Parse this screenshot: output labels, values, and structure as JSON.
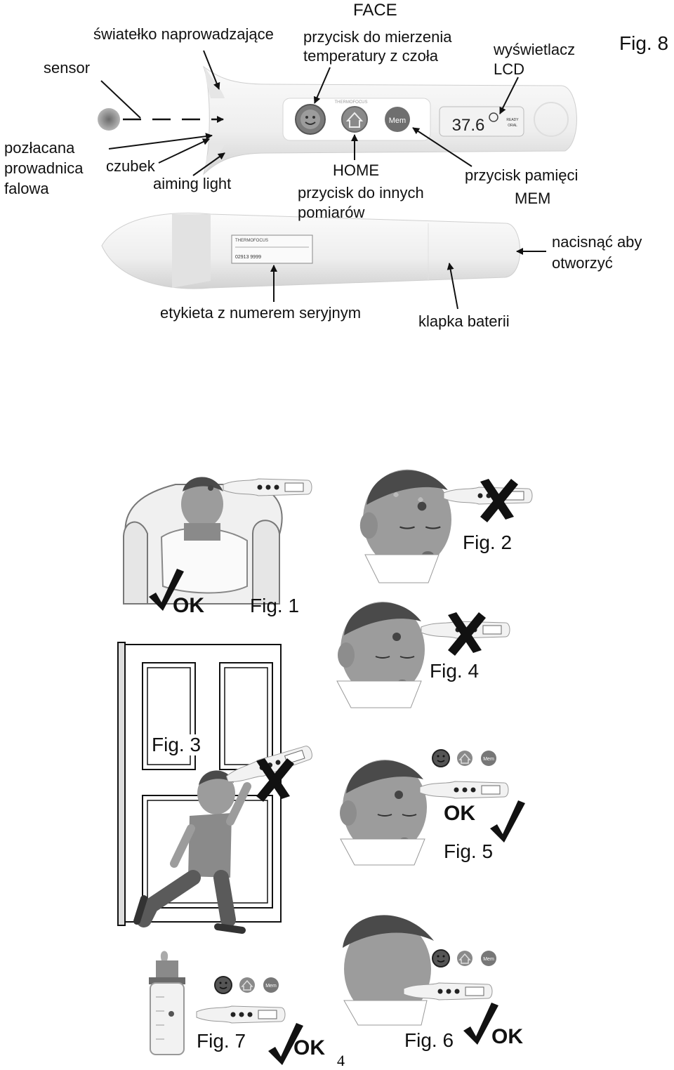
{
  "diagram": {
    "fig_label": "Fig. 8",
    "face": "FACE",
    "guide_light": "światełko naprowadzające",
    "face_button_line1": "przycisk do mierzenia",
    "face_button_line2": "temperatury z czoła",
    "display_line1": "wyświetlacz",
    "display_line2": "LCD",
    "sensor": "sensor",
    "waveguide_line1": "pozłacana",
    "waveguide_line2": "prowadnica",
    "waveguide_line3": "falowa",
    "tip": "czubek",
    "aiming_light": "aiming light",
    "home": "HOME",
    "home_desc_line1": "przycisk do innych",
    "home_desc_line2": "pomiarów",
    "memory_button": "przycisk pamięci",
    "mem": "MEM",
    "press_line1": "nacisnąć aby",
    "press_line2": "otworzyć",
    "serial_label": "etykieta z numerem seryjnym",
    "battery_cover": "klapka baterii",
    "lcd_value": "37.6",
    "lcd_mode_line1": "READY",
    "lcd_mode_line2": "ORAL",
    "mem_button_text": "Mem",
    "brand": "THERMOFOCUS",
    "serial_number": "02913 9999"
  },
  "figures": {
    "fig1": "Fig. 1",
    "fig2": "Fig. 2",
    "fig3": "Fig. 3",
    "fig4": "Fig. 4",
    "fig5": "Fig. 5",
    "fig6": "Fig. 6",
    "fig7": "Fig. 7",
    "ok": "OK"
  },
  "page_number": "4",
  "colors": {
    "device_body": "#f4f4f4",
    "device_shade": "#d9d9d9",
    "skin": "#9a9a9a",
    "hair": "#4a4a4a",
    "ink": "#111111"
  },
  "icons": [
    "smiley-face-icon",
    "home-icon",
    "check-mark-icon",
    "cross-mark-icon"
  ]
}
